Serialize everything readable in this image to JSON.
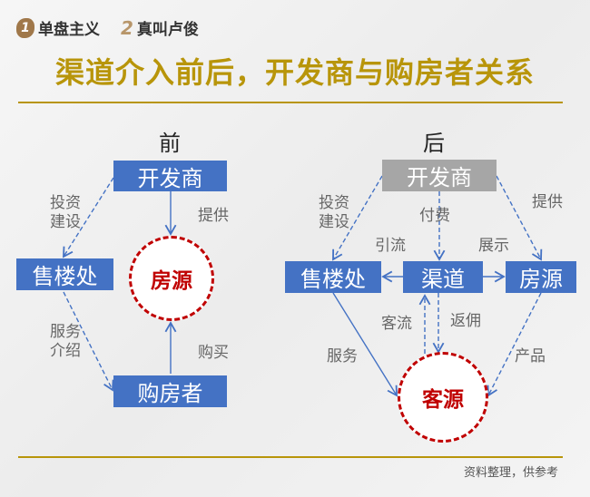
{
  "brand": {
    "item1_num": "1",
    "item1": "单盘主义",
    "item2_num": "2",
    "item2": "真叫卢俊"
  },
  "title": "渠道介入前后，开发商与购房者关系",
  "before": {
    "heading": "前",
    "developer": "开发商",
    "sales_office": "售楼处",
    "housing": "房源",
    "buyer": "购房者",
    "invest": "投资\n建设",
    "provide": "提供",
    "service": "服务\n介绍",
    "buy": "购买"
  },
  "after": {
    "heading": "后",
    "developer": "开发商",
    "sales_office": "售楼处",
    "channel": "渠道",
    "housing": "房源",
    "customers": "客源",
    "invest": "投资\n建设",
    "pay": "付费",
    "provide": "提供",
    "divert": "引流",
    "display": "展示",
    "traffic": "客流",
    "rebate": "返佣",
    "service": "服务",
    "product": "产品"
  },
  "footer": "资料整理，供参考",
  "colors": {
    "box": "#4472c4",
    "developer_after": "#a6a6a6",
    "title": "#b8950a",
    "circle_text": "#c00000",
    "circle_border": "#c00000"
  }
}
